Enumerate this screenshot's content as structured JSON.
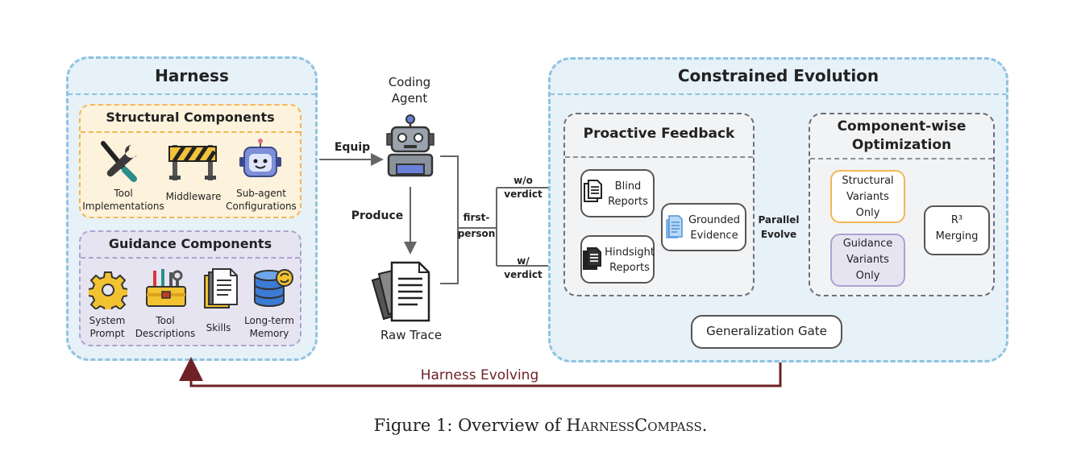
{
  "harness": {
    "title": "Harness",
    "structural": {
      "title": "Structural Components",
      "items": [
        {
          "label_1": "Tool",
          "label_2": "Implementations",
          "icon": "wrench-screwdriver-icon"
        },
        {
          "label_1": "Middleware",
          "label_2": "",
          "icon": "barrier-icon"
        },
        {
          "label_1": "Sub-agent",
          "label_2": "Configurations",
          "icon": "robot-icon"
        }
      ]
    },
    "guidance": {
      "title": "Guidance Components",
      "items": [
        {
          "label_1": "System",
          "label_2": "Prompt",
          "icon": "gear-icon"
        },
        {
          "label_1": "Tool",
          "label_2": "Descriptions",
          "icon": "toolbox-icon"
        },
        {
          "label_1": "Skills",
          "label_2": "",
          "icon": "documents-icon"
        },
        {
          "label_1": "Long-term",
          "label_2": "Memory",
          "icon": "database-icon"
        }
      ]
    }
  },
  "agent": {
    "label_1": "Coding",
    "label_2": "Agent",
    "icon": "robot-icon"
  },
  "flow": {
    "equip": "Equip",
    "produce": "Produce",
    "raw_trace": "Raw Trace",
    "first_person_1": "first-",
    "first_person_2": "person",
    "wo_verdict_1": "w/o",
    "wo_verdict_2": "verdict",
    "w_verdict_1": "w/",
    "w_verdict_2": "verdict",
    "parallel_1": "Parallel",
    "parallel_2": "Evolve",
    "harness_evolving": "Harness Evolving"
  },
  "evolution": {
    "title": "Constrained Evolution",
    "proactive": {
      "title": "Proactive Feedback",
      "blind_1": "Blind",
      "blind_2": "Reports",
      "hindsight_1": "Hindsight",
      "hindsight_2": "Reports",
      "grounded_1": "Grounded",
      "grounded_2": "Evidence"
    },
    "componentwise": {
      "title_1": "Component-wise",
      "title_2": "Optimization",
      "structural_1": "Structural",
      "structural_2": "Variants",
      "structural_3": "Only",
      "guidance_1": "Guidance",
      "guidance_2": "Variants",
      "guidance_3": "Only",
      "merging_1": "R³",
      "merging_2": "Merging"
    },
    "gate": "Generalization Gate"
  },
  "caption": {
    "prefix": "Figure 1: Overview of ",
    "name": "HarnessCompass",
    "suffix": "."
  },
  "colors": {
    "panel_blue": "#e6f1f8",
    "panel_blue_border": "#8ec3e0",
    "structural_fill": "#fdf2dc",
    "structural_border": "#f2b755",
    "guidance_fill": "#e7e4f2",
    "guidance_border": "#aaa3cf",
    "inner_gray": "#f2f3f5",
    "evolving_arrow": "#6e2226"
  }
}
